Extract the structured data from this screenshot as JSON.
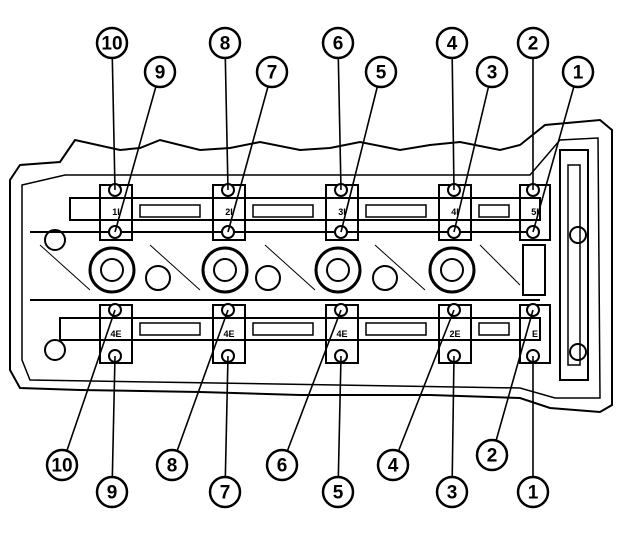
{
  "callouts_top": [
    {
      "label": "10"
    },
    {
      "label": "9"
    },
    {
      "label": "8"
    },
    {
      "label": "7"
    },
    {
      "label": "6"
    },
    {
      "label": "5"
    },
    {
      "label": "4"
    },
    {
      "label": "3"
    },
    {
      "label": "2"
    },
    {
      "label": "1"
    }
  ],
  "callouts_bottom": [
    {
      "label": "10"
    },
    {
      "label": "9"
    },
    {
      "label": "8"
    },
    {
      "label": "7"
    },
    {
      "label": "6"
    },
    {
      "label": "5"
    },
    {
      "label": "4"
    },
    {
      "label": "3"
    },
    {
      "label": "2"
    },
    {
      "label": "1"
    }
  ],
  "cap_marks_intake": [
    "5I",
    "4I",
    "3I",
    "2I",
    "1I"
  ],
  "cap_marks_exhaust": [
    "4E",
    "4E",
    "4E",
    "2E",
    "E"
  ],
  "colors": {
    "ink": "#000000",
    "paper": "#ffffff"
  }
}
